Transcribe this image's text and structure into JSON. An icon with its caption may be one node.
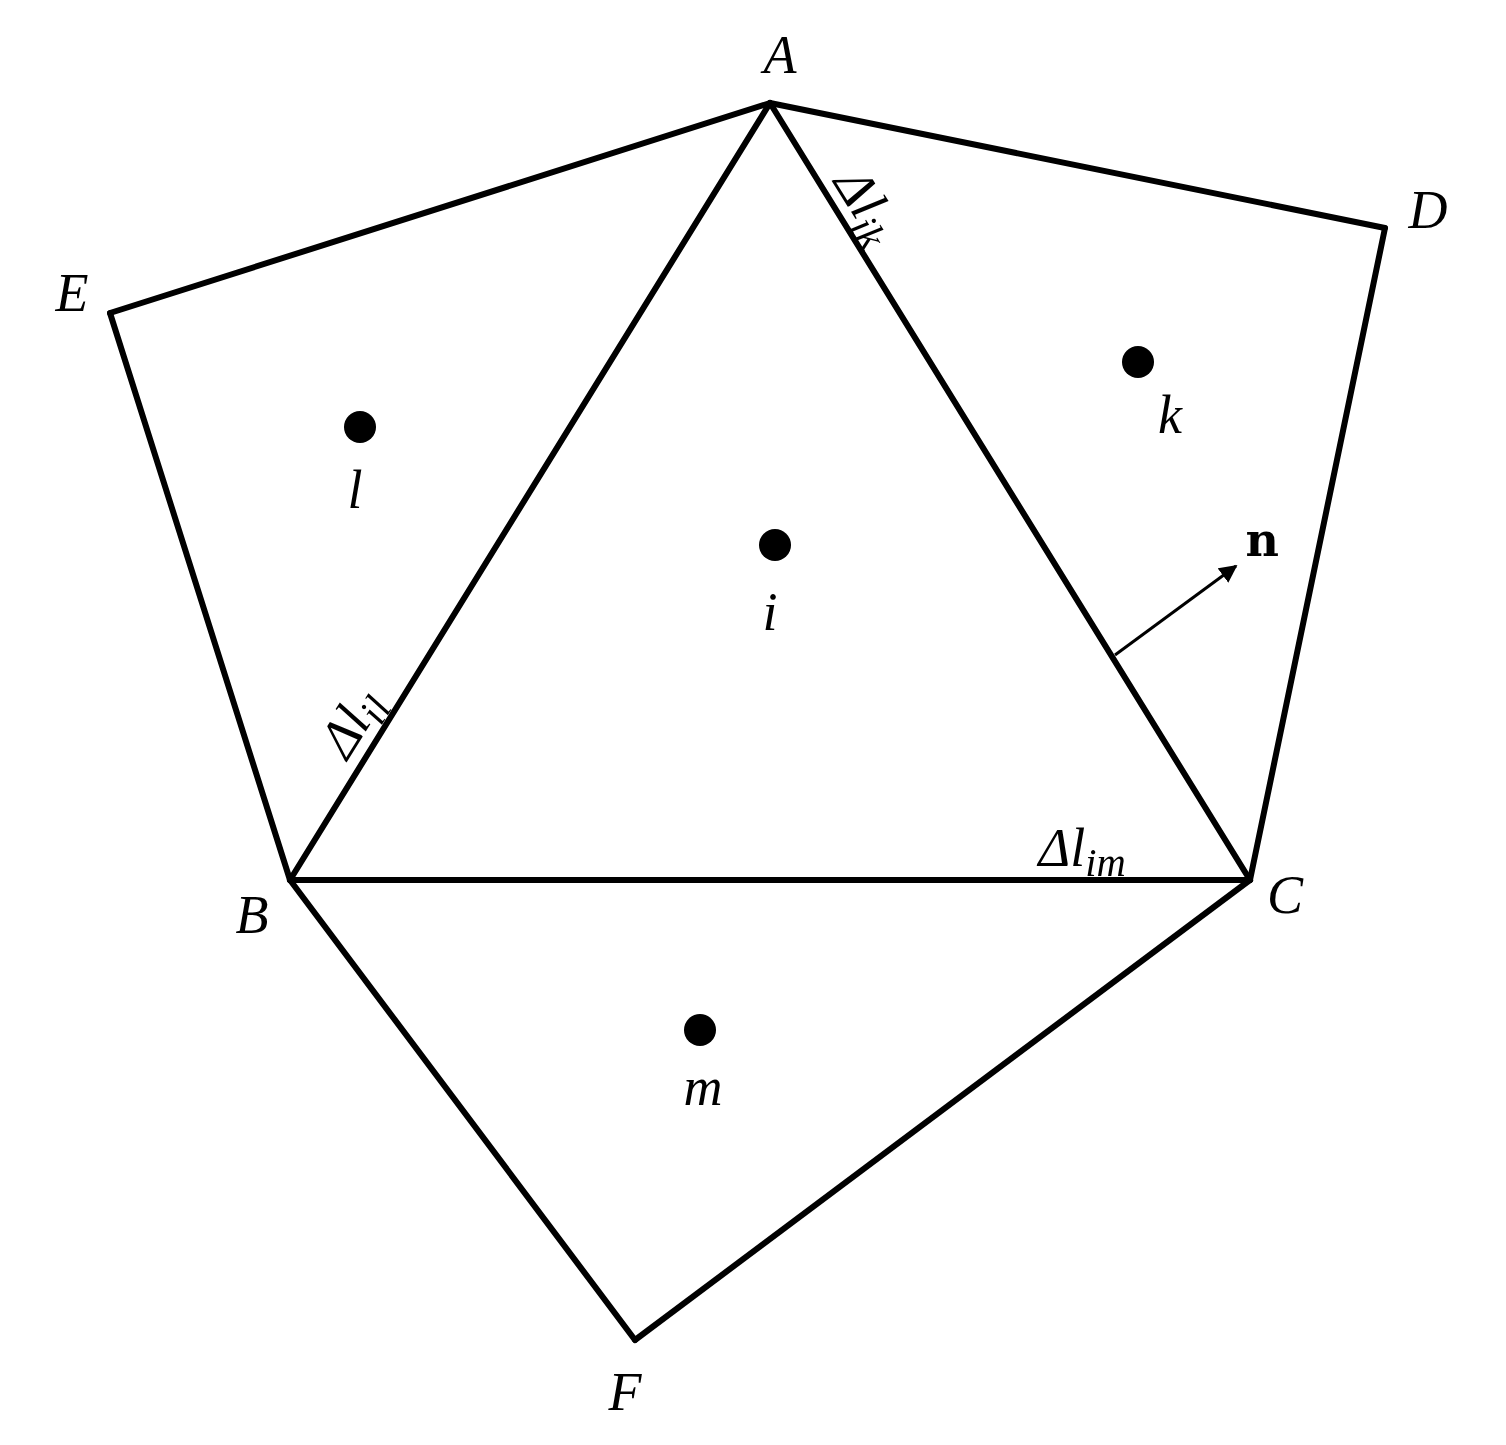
{
  "diagram": {
    "labels": [
      "A",
      "Δl$_{ik}$",
      "D",
      "E",
      "k",
      "l",
      "n",
      "i",
      "Δl$_{il}$",
      "Δl$_{im}$",
      "B",
      "C",
      "m",
      "F"
    ]
  }
}
